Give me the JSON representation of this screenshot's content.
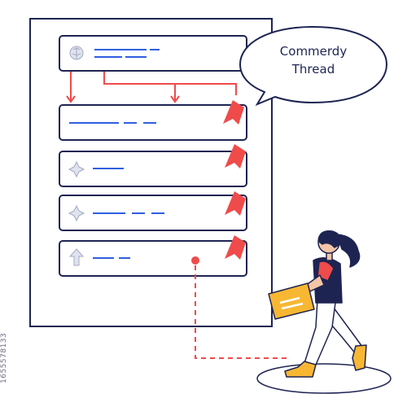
{
  "bubble": {
    "line1": "Commerdy",
    "line2": "Thread"
  },
  "stock_id": "1655578133",
  "icons": {
    "row1": "brain-icon",
    "row3": "sparkle-icon",
    "row4": "sparkle-icon",
    "row5": "upload-arrow-icon"
  },
  "colors": {
    "outline": "#1e2452",
    "accent_blue": "#2f5fe0",
    "accent_red": "#ef4b4b",
    "folder_yellow": "#f7b733",
    "skin": "#f3c4a6",
    "shirt": "#1e2452",
    "pants": "#ffffff"
  }
}
